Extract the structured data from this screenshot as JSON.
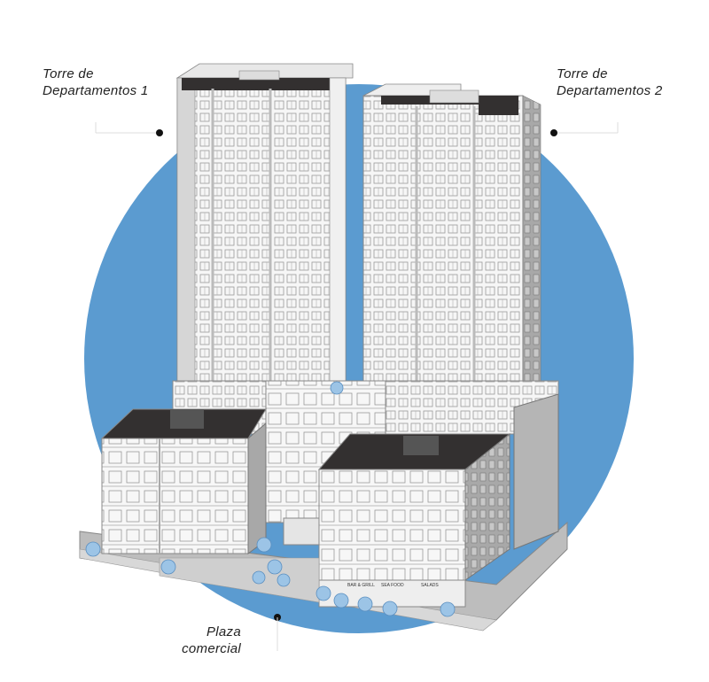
{
  "labels": {
    "tower1": {
      "line1": "Torre de",
      "line2": "Departamentos 1"
    },
    "tower2": {
      "line1": "Torre de",
      "line2": "Departamentos 2"
    },
    "plaza": {
      "line1": "Plaza",
      "line2": "comercial"
    }
  },
  "signs": {
    "bar": "BAR & GRILL",
    "seafood": "SEA FOOD",
    "salads": "SALADS"
  },
  "colors": {
    "circle": "#5b9bd0",
    "roof": "#333030",
    "facade": "#f4f4f4",
    "side": "#9a9a9a"
  }
}
